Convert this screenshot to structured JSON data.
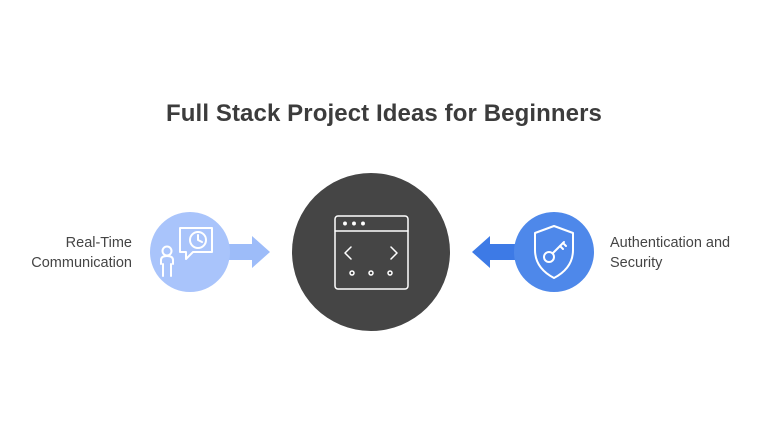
{
  "title": "Full Stack Project Ideas for Beginners",
  "left_node": {
    "label_line1": "Real-Time",
    "label_line2": "Communication",
    "icon": "person-chat-clock-icon"
  },
  "center_node": {
    "icon": "browser-code-window-icon"
  },
  "right_node": {
    "label_line1": "Authentication and",
    "label_line2": "Security",
    "icon": "shield-key-icon"
  },
  "colors": {
    "left_circle": "#a9c4fb",
    "left_arrow": "#9dbcf9",
    "center_circle": "#454545",
    "right_circle": "#4e88ea",
    "right_arrow": "#3d7ae6",
    "icon_stroke_light": "#ffffff",
    "text": "#454545"
  }
}
